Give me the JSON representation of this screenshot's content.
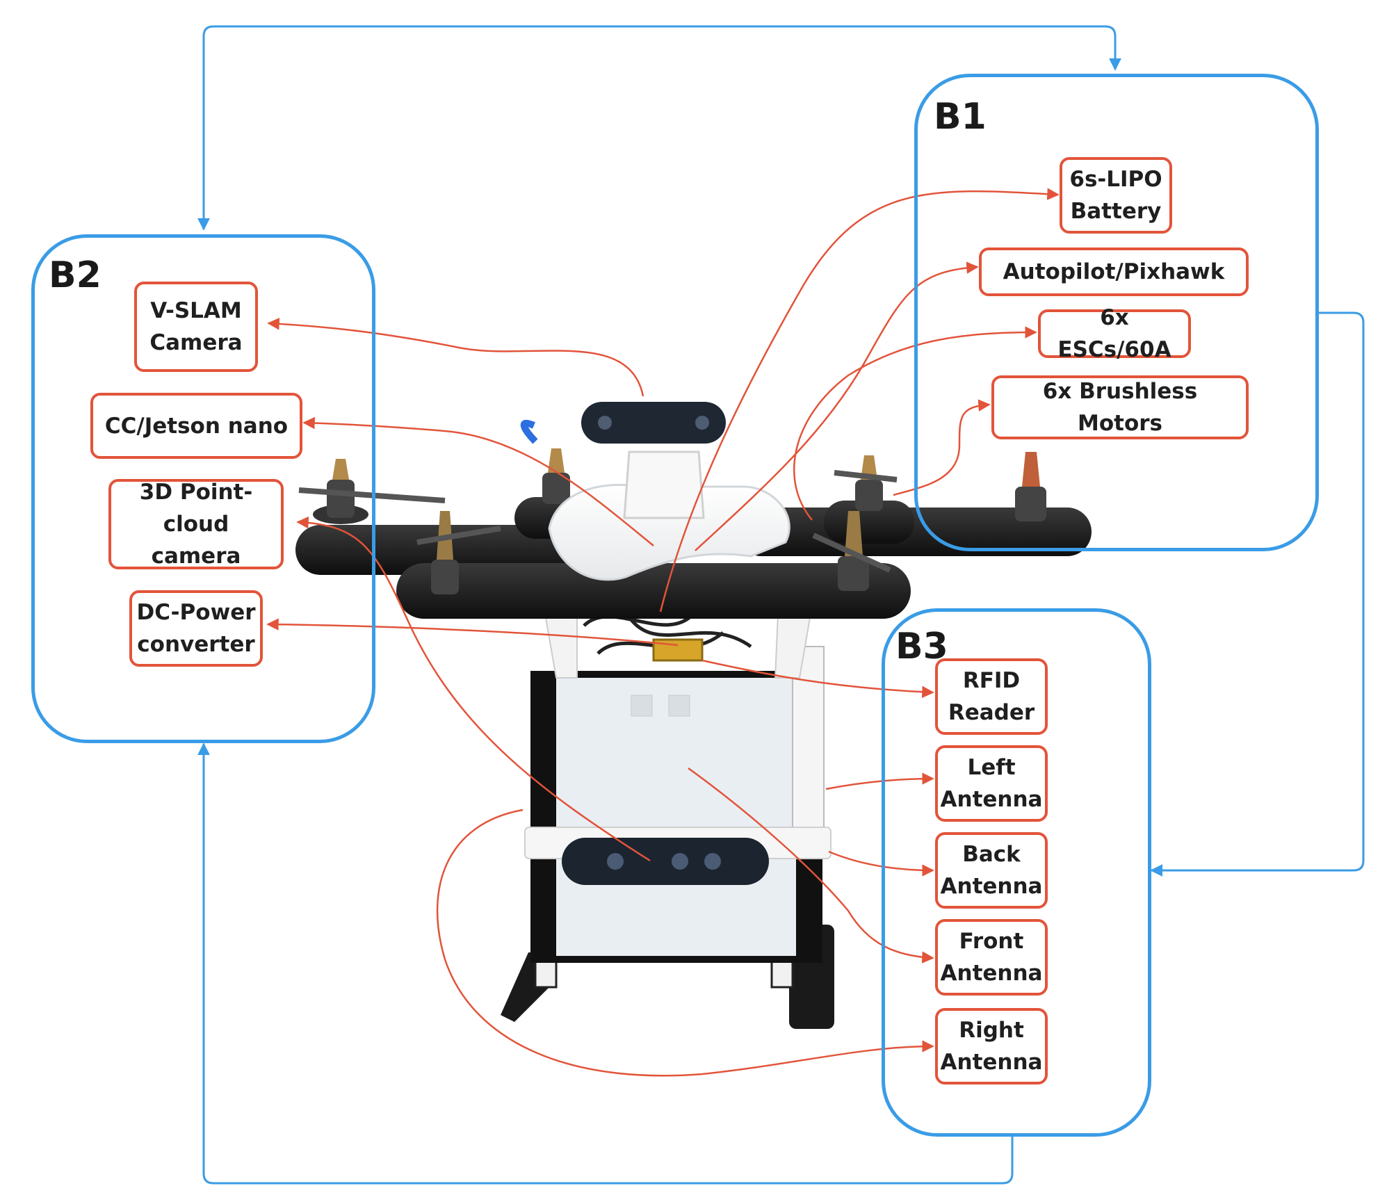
{
  "groups": {
    "b1": {
      "label": "B1"
    },
    "b2": {
      "label": "B2"
    },
    "b3": {
      "label": "B3"
    }
  },
  "components": {
    "battery": "6s-LIPO\nBattery",
    "autopilot": "Autopilot/Pixhawk",
    "escs": "6x ESCs/60A",
    "motors": "6x Brushless Motors",
    "vslam": "V-SLAM\nCamera",
    "jetson": "CC/Jetson nano",
    "pointcloud": "3D Point-cloud\ncamera",
    "dcpower": "DC-Power\nconverter",
    "rfid": "RFID\nReader",
    "left_antenna": "Left\nAntenna",
    "back_antenna": "Back\nAntenna",
    "front_antenna": "Front\nAntenna",
    "right_antenna": "Right\nAntenna"
  },
  "colors": {
    "group_border": "#3a9ce6",
    "component_border": "#e2543a",
    "connector": "#e2543a",
    "flow_arrow": "#3a9ce6"
  }
}
